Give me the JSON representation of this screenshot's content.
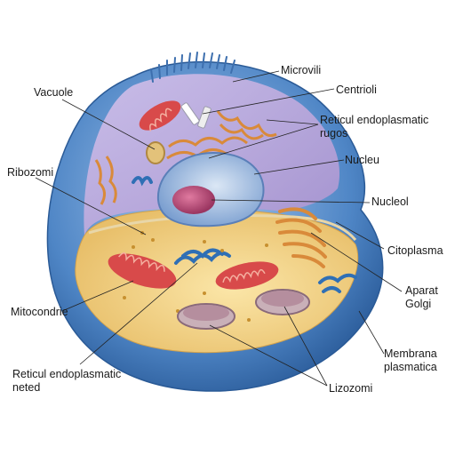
{
  "labels": {
    "microvili": "Microvili",
    "centrioli": "Centrioli",
    "vacuole": "Vacuole",
    "reticul_rugos_1": "Reticul endoplasmatic",
    "reticul_rugos_2": "rugos",
    "nucleu": "Nucleu",
    "ribozomi": "Ribozomi",
    "nucleol": "Nucleol",
    "citoplasma": "Citoplasma",
    "aparat_1": "Aparat",
    "aparat_2": "Golgi",
    "mitocondrie": "Mitocondrie",
    "membrana_1": "Membrana",
    "membrana_2": "plasmatica",
    "reticul_neted_1": "Reticul endoplasmatic",
    "reticul_neted_2": "neted",
    "lizozomi": "Lizozomi"
  },
  "colors": {
    "membrane": "#4f86c6",
    "cytoplasm": "#f2d48a",
    "interior": "#b8a8d8",
    "nucleus": "#8fb0da",
    "nucleolus": "#b04870",
    "mitochondria": "#d84a4a",
    "golgi": "#d98a3a",
    "smooth_er": "#2f6fb5"
  }
}
